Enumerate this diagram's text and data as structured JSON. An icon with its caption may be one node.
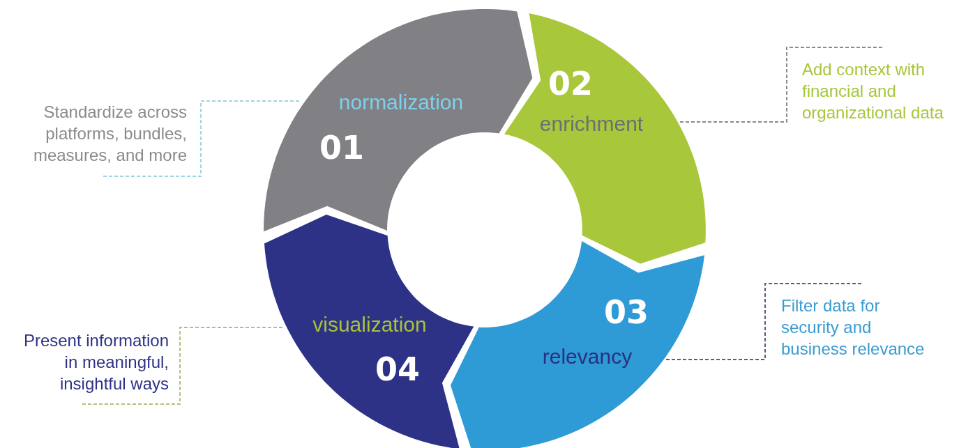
{
  "diagram": {
    "nodes": [
      {
        "text": [
          "normalization",
          "01"
        ]
      },
      {
        "text": [
          "Standardize across platforms, bundles, measures, and more"
        ]
      },
      {
        "text": [
          "02",
          "enrichment"
        ]
      },
      {
        "text": [
          "Add context with financial and organizational data"
        ]
      },
      {
        "text": [
          "03",
          "relevancy"
        ]
      },
      {
        "text": [
          "Filter data for security and business relevance"
        ]
      },
      {
        "text": [
          "visualization",
          "04"
        ]
      },
      {
        "text": [
          "Present information in meaningful, insightful ways"
        ]
      }
    ],
    "edges": [
      {
        "from": 1,
        "to": 0,
        "arrow": "none",
        "style": "dashed",
        "color": "#9fd3e3"
      },
      {
        "from": 2,
        "to": 3,
        "arrow": "none",
        "style": "dashed",
        "color": "#8a8a8e"
      },
      {
        "from": 4,
        "to": 5,
        "arrow": "none",
        "style": "dashed",
        "color": "#5a5a80"
      },
      {
        "from": 6,
        "to": 7,
        "arrow": "none",
        "style": "dashed",
        "color": "#b4bf7a"
      }
    ]
  }
}
